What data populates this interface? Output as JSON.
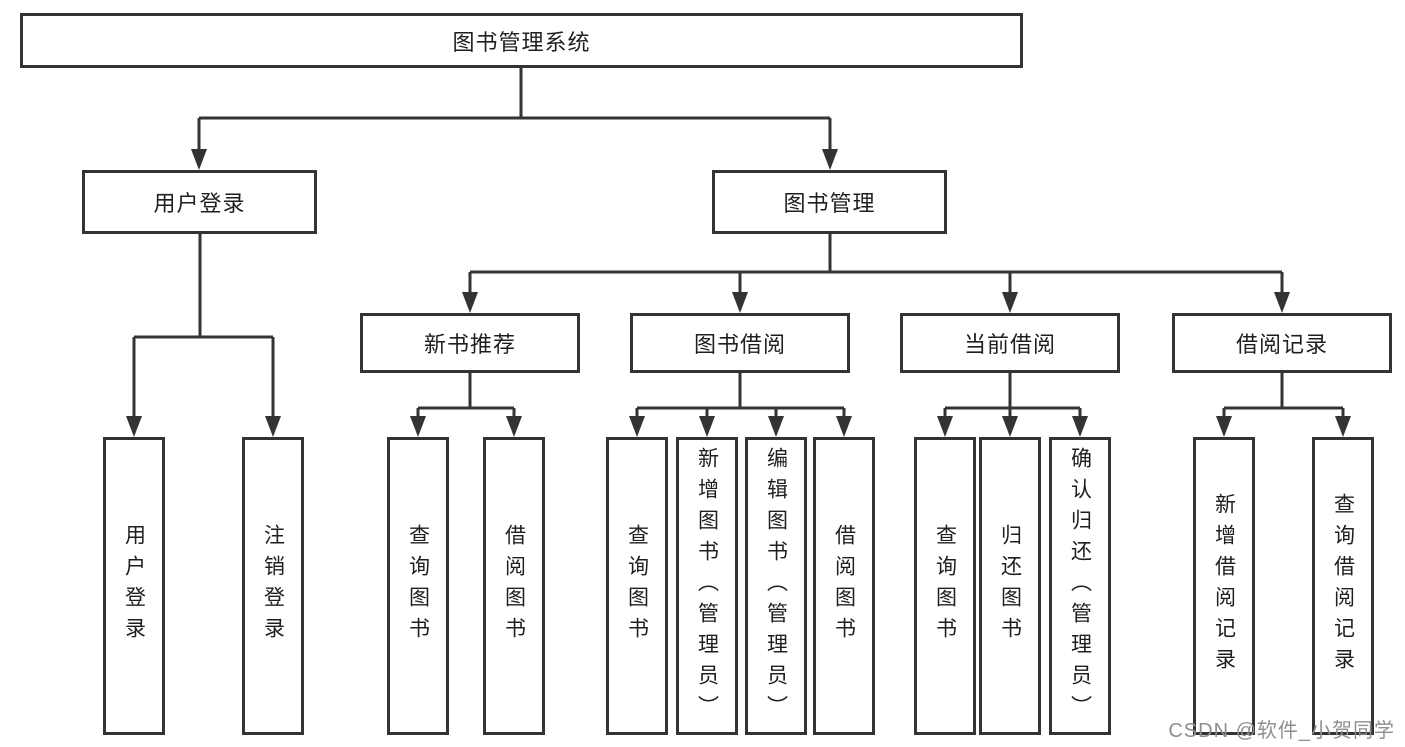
{
  "diagram_title": "图书管理系统",
  "tree": {
    "root": {
      "label": "图书管理系统"
    },
    "branches": [
      {
        "label": "用户登录",
        "children": [
          {
            "label": "用户登录"
          },
          {
            "label": "注销登录"
          }
        ]
      },
      {
        "label": "图书管理",
        "children": [
          {
            "label": "新书推荐",
            "children": [
              {
                "label": "查询图书"
              },
              {
                "label": "借阅图书"
              }
            ]
          },
          {
            "label": "图书借阅",
            "children": [
              {
                "label": "查询图书"
              },
              {
                "label": "新增图书（管理员）"
              },
              {
                "label": "编辑图书（管理员）"
              },
              {
                "label": "借阅图书"
              }
            ]
          },
          {
            "label": "当前借阅",
            "children": [
              {
                "label": "查询图书"
              },
              {
                "label": "归还图书"
              },
              {
                "label": "确认归还（管理员）"
              }
            ]
          },
          {
            "label": "借阅记录",
            "children": [
              {
                "label": "新增借阅记录"
              },
              {
                "label": "查询借阅记录"
              }
            ]
          }
        ]
      }
    ]
  },
  "watermark": "CSDN @软件_小贺同学",
  "colors": {
    "line": "#333333",
    "box_border": "#333333",
    "text": "#1f1f1f",
    "watermark": "#8f8f8f",
    "background": "#ffffff"
  }
}
